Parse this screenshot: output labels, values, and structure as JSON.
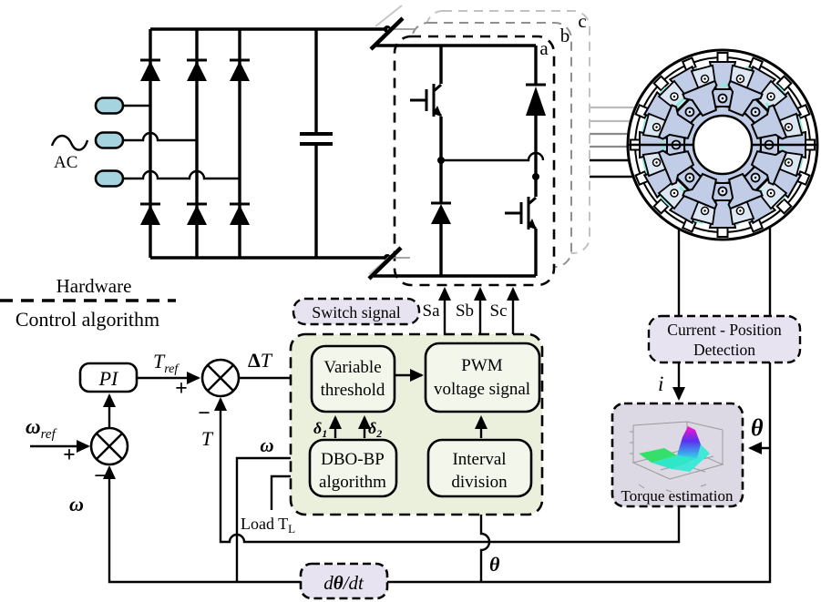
{
  "colors": {
    "greenBox": "#eaf0dc",
    "greenBlock": "#f3f6ea",
    "lavBox": "#e7e3f0",
    "grayBox": "#dcd9e4",
    "termBlue": "#a5d3de",
    "motorLav": "#c1cce7",
    "motorPad": "#dde7f4",
    "cyan": "#8fe8dc",
    "wireGray": "#8a8a8a",
    "wireLight": "#bcbcbc",
    "plotGreen": "#35e06a",
    "plotCyan": "#2fe6c8",
    "plotSkirt": "#40e8d8"
  },
  "hardware": {
    "ac_label": "AC",
    "section_hardware": "Hardware",
    "section_control": "Control algorithm",
    "phase_a": "a",
    "phase_b": "b",
    "phase_c": "c"
  },
  "switch_signals": {
    "label": "Switch signal",
    "sa": "Sa",
    "sb": "Sb",
    "sc": "Sc"
  },
  "blocks": {
    "pi": "PI",
    "variable_threshold": {
      "line1": "Variable",
      "line2": "threshold"
    },
    "pwm": {
      "line1": "PWM",
      "line2": "voltage signal"
    },
    "dbo_bp": {
      "line1": "DBO-BP",
      "line2": "algorithm"
    },
    "interval": {
      "line1": "Interval",
      "line2": "division"
    },
    "current_position": {
      "line1": "Current - Position",
      "line2": "Detection"
    },
    "torque_estimation": "Torque estimation",
    "dtheta": {
      "d": "d",
      "theta": "θ",
      "dt": "/dt"
    }
  },
  "signals": {
    "omega_ref": {
      "base": "ω",
      "sub": "ref"
    },
    "t_ref": {
      "base": "T",
      "sub": "ref"
    },
    "delta_t": {
      "delta": "Δ",
      "t": "T"
    },
    "torque_fb": "T",
    "omega_fb": "ω",
    "omega_in": "ω",
    "delta1": {
      "base": "δ",
      "sub": "1"
    },
    "delta2": {
      "base": "δ",
      "sub": "2"
    },
    "load": {
      "base": "Load T",
      "sub": "L"
    },
    "current": "i",
    "theta_right": "θ",
    "theta_bottom": "θ",
    "plus_speed": "+",
    "minus_speed": "−",
    "plus_torque": "+",
    "minus_torque": "−"
  }
}
